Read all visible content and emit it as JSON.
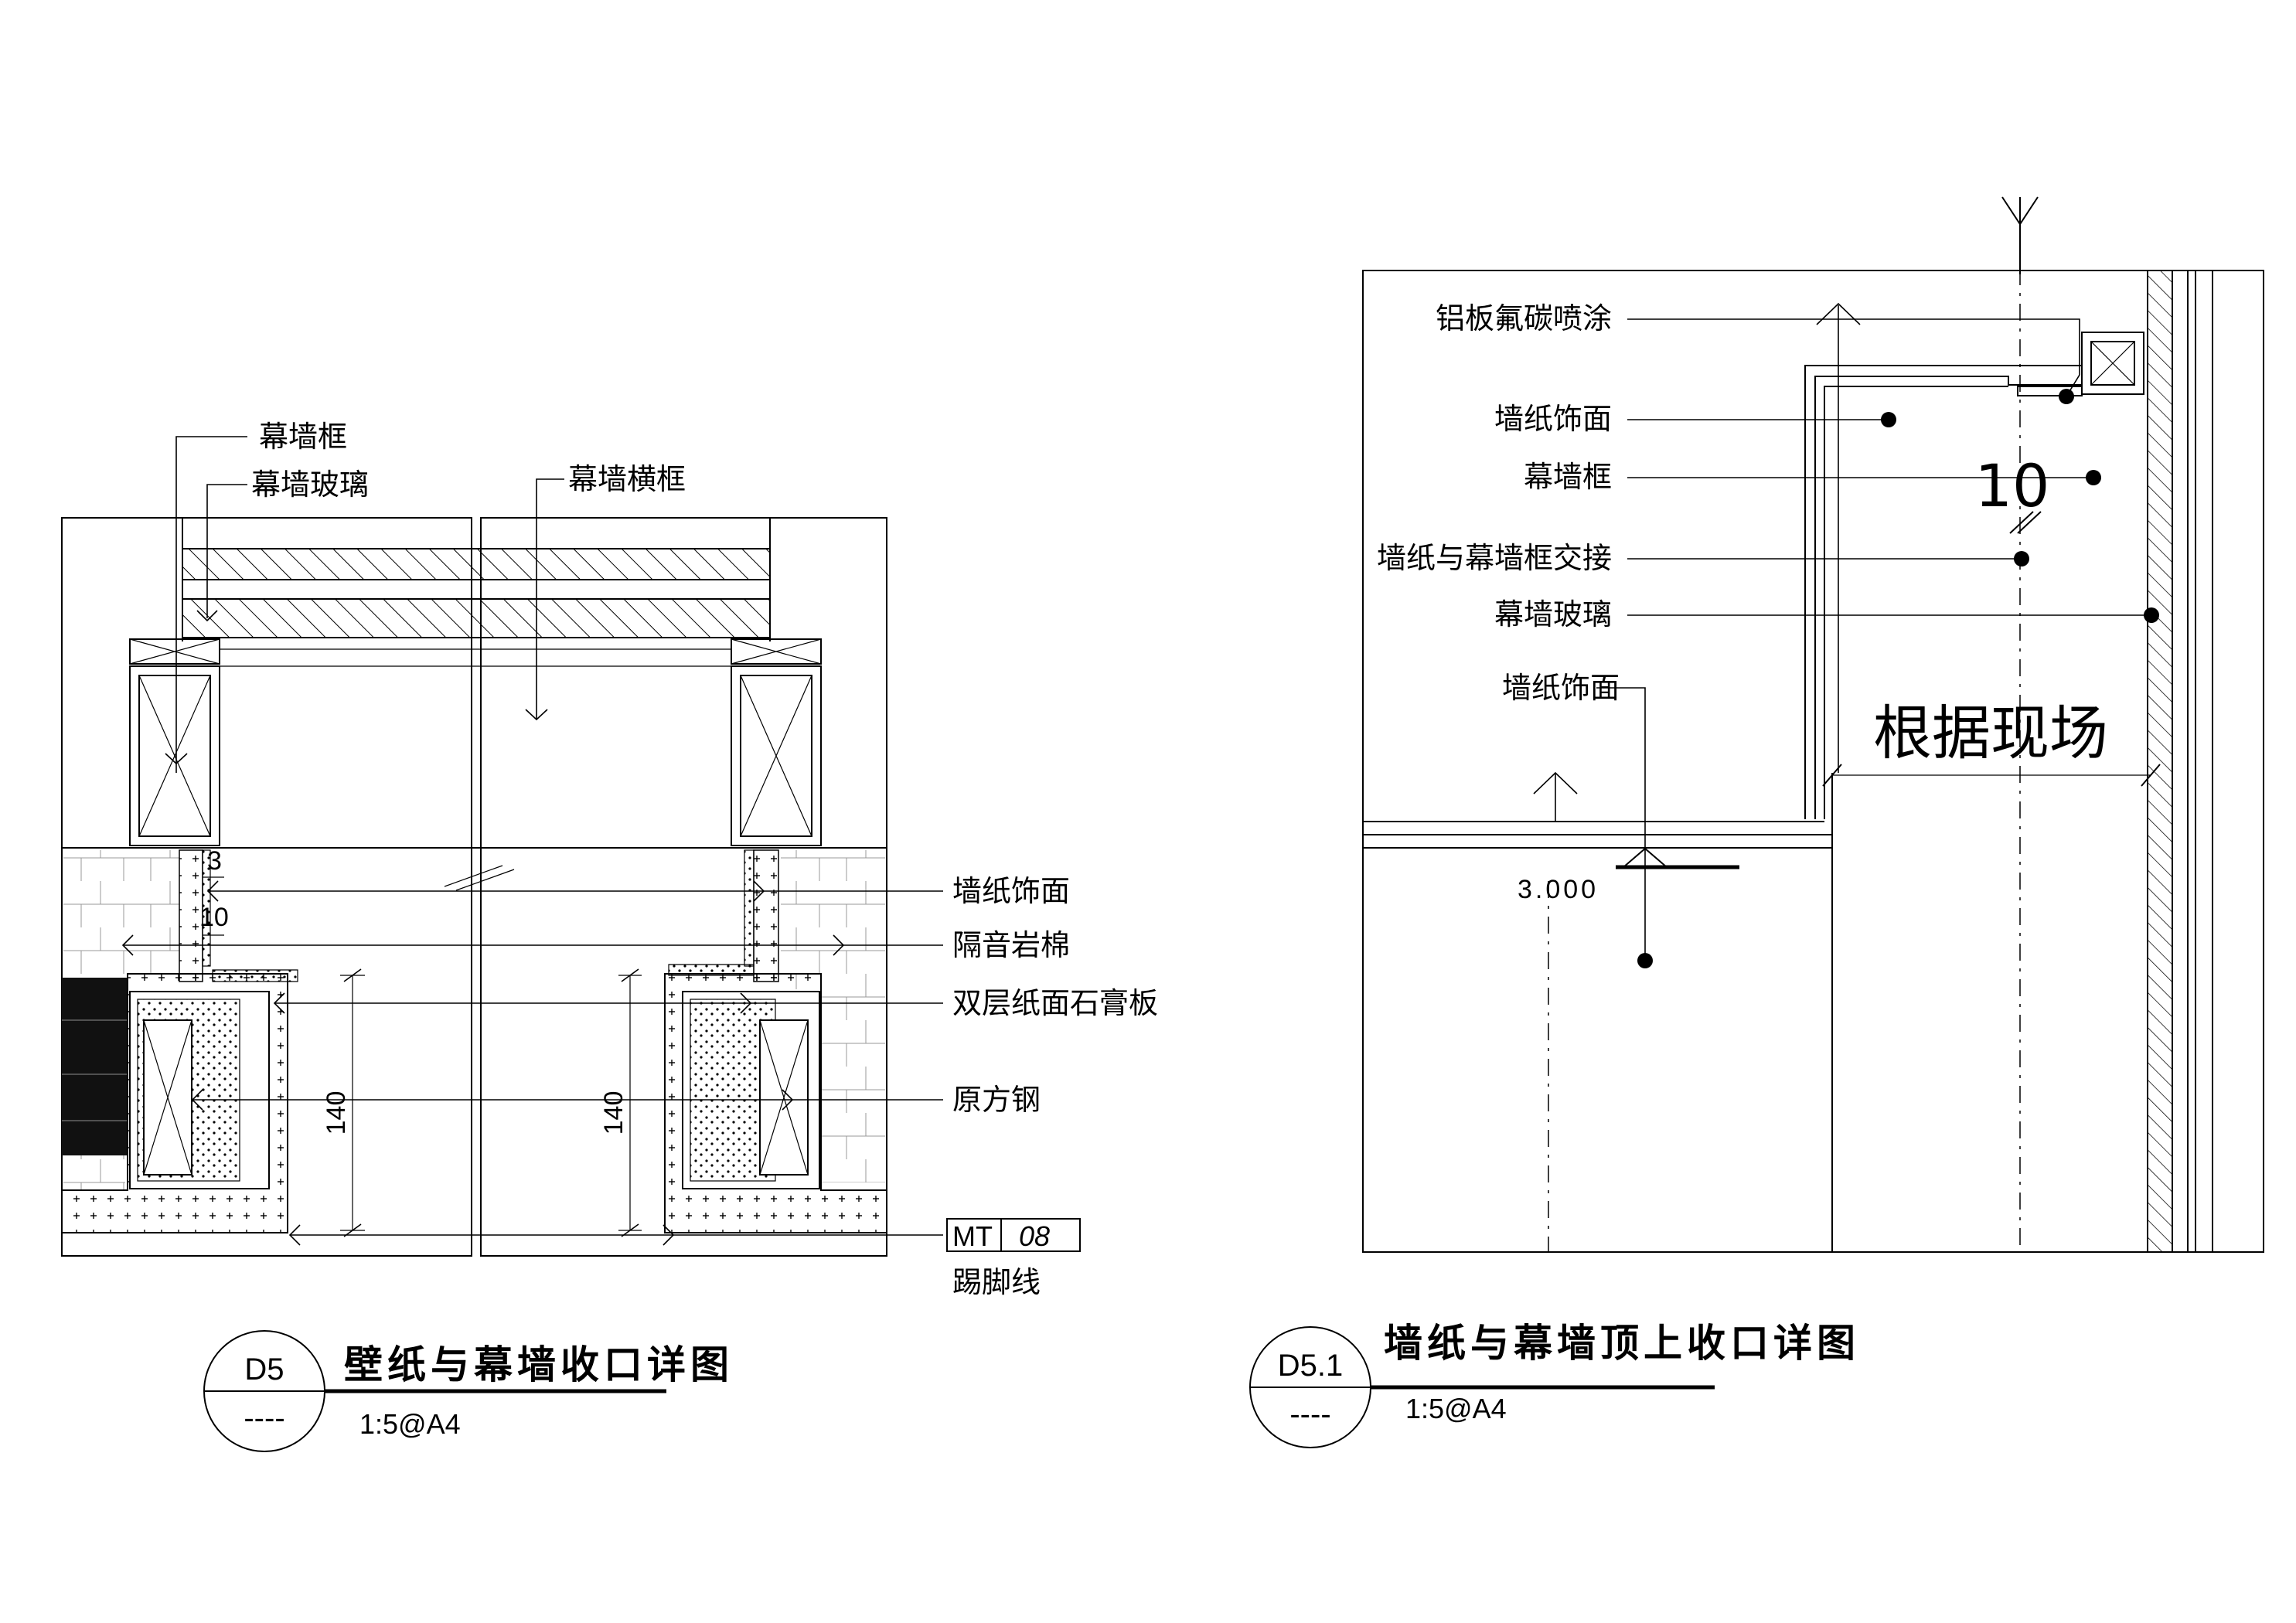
{
  "left_detail": {
    "callouts_top": {
      "curtain_frame": "幕墙框",
      "curtain_glass": "幕墙玻璃",
      "transom": "幕墙横框"
    },
    "callouts_right": {
      "wallpaper": "墙纸饰面",
      "rockwool": "隔音岩棉",
      "gypsum": "双层纸面石膏板",
      "steel": "原方钢",
      "skirting": "踢脚线"
    },
    "dims": {
      "d3": "3",
      "d10": "10",
      "h140_left": "140",
      "h140_right": "140"
    },
    "material_tag": {
      "code": "MT",
      "num": "08"
    },
    "title_block": {
      "id": "D5",
      "sub": "----",
      "title": "壁纸与幕墙收口详图",
      "scale": "1:5@A4"
    }
  },
  "right_detail": {
    "callouts": {
      "aluminum": "铝板氟碳喷涂",
      "wallpaper_1": "墙纸饰面",
      "curtain_frame": "幕墙框",
      "junction": "墙纸与幕墙框交接",
      "curtain_glass": "幕墙玻璃",
      "wallpaper_2": "墙纸饰面"
    },
    "dim_10": "10",
    "site_note": "根据现场",
    "elevation": "3.000",
    "title_block": {
      "id": "D5.1",
      "sub": "----",
      "title": "墙纸与幕墙顶上收口详图",
      "scale": "1:5@A4"
    }
  }
}
